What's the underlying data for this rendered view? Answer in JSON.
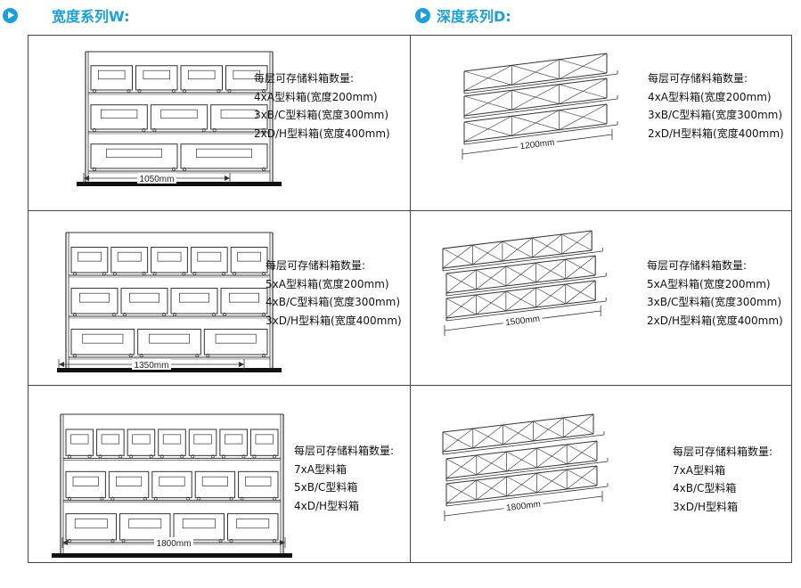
{
  "headers": {
    "width_series": "宽度系列W:",
    "depth_series": "深度系列D:"
  },
  "rows": [
    {
      "width": {
        "label": "1050mm",
        "lines": [
          "每层可存储料箱数量:",
          "4xA型料箱(宽度200mm)",
          "3xB/C型料箱(宽度300mm)",
          "2xD/H型料箱(宽度400mm)"
        ]
      },
      "depth": {
        "label": "1200mm",
        "lines": [
          "每层可存储料箱数量:",
          "4xA型料箱(宽度200mm)",
          "3xB/C型料箱(宽度300mm)",
          "2xD/H型料箱(宽度400mm)"
        ]
      }
    },
    {
      "width": {
        "label": "1350mm",
        "lines": [
          "每层可存储料箱数量:",
          "5xA型料箱(宽度200mm)",
          "4xB/C型料箱(宽度300mm)",
          "3xD/H型料箱(宽度400mm)"
        ]
      },
      "depth": {
        "label": "1500mm",
        "lines": [
          "每层可存储料箱数量:",
          "5xA型料箱(宽度200mm)",
          "3xB/C型料箱(宽度300mm)",
          "2xD/H型料箱(宽度400mm)"
        ]
      }
    },
    {
      "width": {
        "label": "1800mm",
        "lines": [
          "每层可存储料箱数量:",
          "7xA型料箱",
          "5xB/C型料箱",
          "4xD/H型料箱"
        ]
      },
      "depth": {
        "label": "1800mm",
        "lines": [
          "每层可存储料箱数量:",
          "7xA型料箱",
          "4xB/C型料箱",
          "3xD/H型料箱"
        ]
      }
    }
  ],
  "colors": {
    "accent": "#1a9fe0",
    "border": "#444444",
    "line": "#333333"
  }
}
